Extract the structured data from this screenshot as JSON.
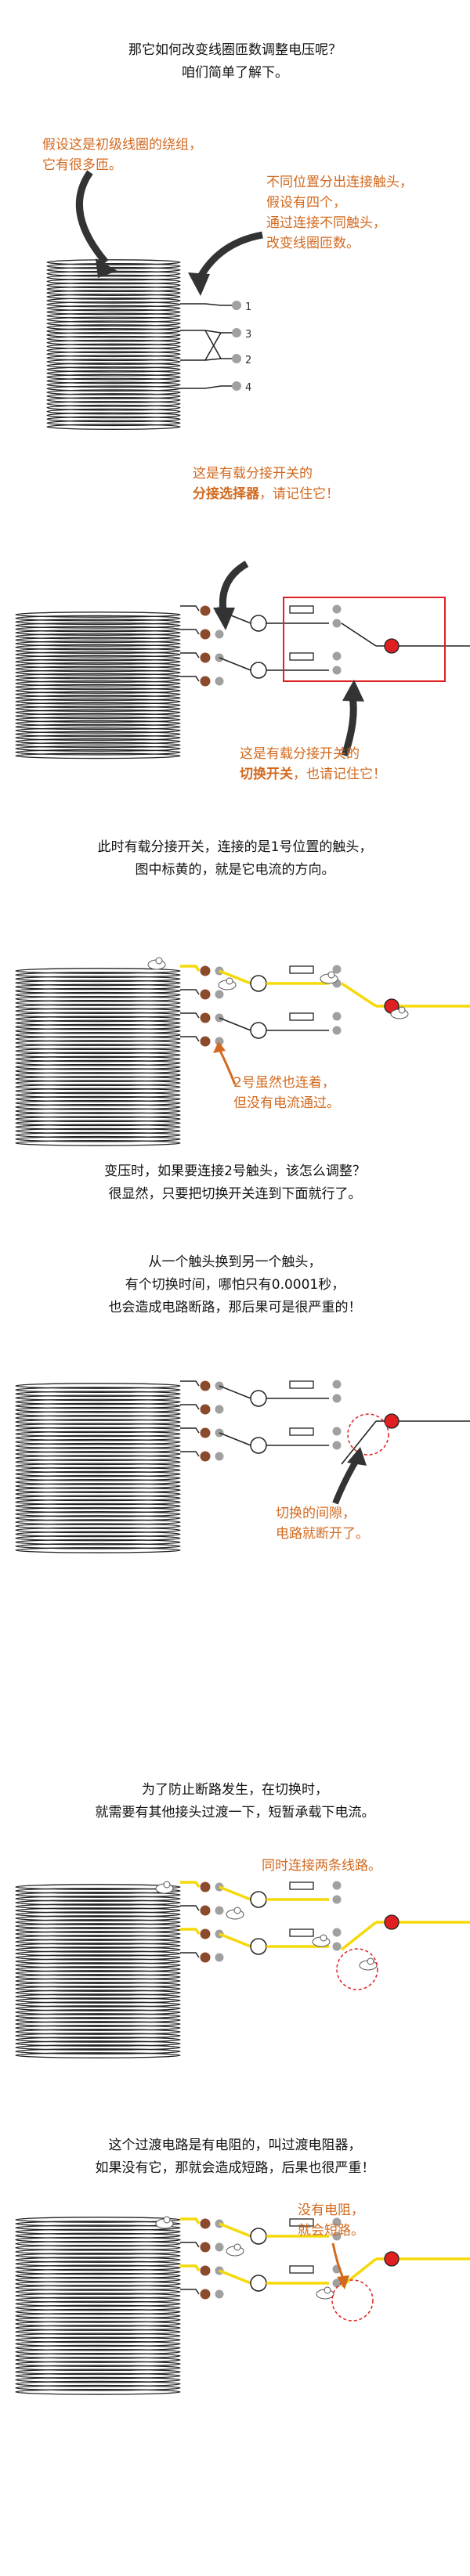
{
  "intro": {
    "line1": "那它如何改变线圈匝数调整电压呢？",
    "line2": "咱们简单了解下。"
  },
  "panel1": {
    "note_left_1": "假设这是初级线圈的绕组，",
    "note_left_2": "它有很多匝。",
    "note_right_1": "不同位置分出连接触头，",
    "note_right_2": "假设有四个，",
    "note_right_3": "通过连接不同触头，",
    "note_right_4": "改变线圈匝数。",
    "tap_numbers": [
      "1",
      "3",
      "2",
      "4"
    ]
  },
  "panel2": {
    "note_top_1": "这是有载分接开关的",
    "note_top_2_bold": "分接选择器",
    "note_top_2_rest": "，请记住它！",
    "note_bottom_1": "这是有载分接开关的",
    "note_bottom_2_bold": "切换开关",
    "note_bottom_2_rest": "，也请记住它！"
  },
  "caption3": {
    "line1": "此时有载分接开关，连接的是1号位置的触头，",
    "line2": "图中标黄的，就是它电流的方向。"
  },
  "panel3": {
    "note_1": "2号虽然也连着，",
    "note_2": "但没有电流通过。"
  },
  "caption4": {
    "line1": "变压时，如果要连接2号触头，该怎么调整？",
    "line2": "很显然，只要把切换开关连到下面就行了。"
  },
  "caption5": {
    "line1": "从一个触头换到另一个触头，",
    "line2": "有个切换时间，哪怕只有0.0001秒，",
    "line3": "也会造成电路断路，那后果可是很严重的！"
  },
  "panel4": {
    "note_1": "切换的间隙，",
    "note_2": "电路就断开了。"
  },
  "caption6": {
    "line1": "为了防止断路发生，在切换时，",
    "line2": "就需要有其他接头过渡一下，短暂承载下电流。"
  },
  "panel5": {
    "note_1": "同时连接两条线路。"
  },
  "caption7": {
    "line1": "这个过渡电路是有电阻的，叫过渡电阻器，",
    "line2": "如果没有它，那就会造成短路，后果也很严重！"
  },
  "panel6": {
    "note_1": "没有电阻，",
    "note_2": "就会短路。"
  },
  "colors": {
    "annotation": "#d2691e",
    "current": "#f5d90a",
    "highlight": "#e02020",
    "contact": "#a0a0a0"
  }
}
